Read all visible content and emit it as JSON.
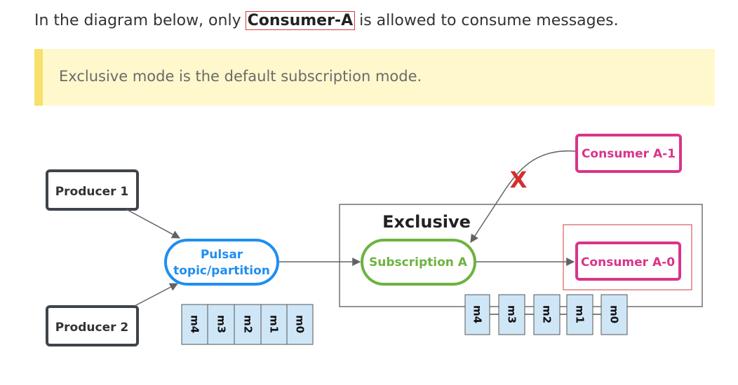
{
  "intro": {
    "prefix": "In the diagram below, only ",
    "strong": "Consumer-A",
    "suffix": " is allowed to consume messages."
  },
  "note": {
    "text": "Exclusive mode is the default subscription mode."
  },
  "diagram": {
    "producer1": "Producer 1",
    "producer2": "Producer 2",
    "topic_line1": "Pulsar",
    "topic_line2": "topic/partition",
    "exclusive_label": "Exclusive",
    "subscription": "Subscription A",
    "consumer_a1": "Consumer A-1",
    "consumer_a0": "Consumer A-0",
    "blocked_mark": "X",
    "topic_messages": [
      "m4",
      "m3",
      "m2",
      "m1",
      "m0"
    ],
    "consumer_messages": [
      "m4",
      "m3",
      "m2",
      "m1",
      "m0"
    ],
    "colors": {
      "producer_border": "#3e4449",
      "topic_border": "#1f8ef1",
      "subscription_border": "#6db33f",
      "consumer_border": "#d9348a",
      "message_fill": "#cfe6f7",
      "blocked": "#d32f2f",
      "note_bg": "#fff8cc",
      "note_bar": "#f7e06b"
    }
  }
}
